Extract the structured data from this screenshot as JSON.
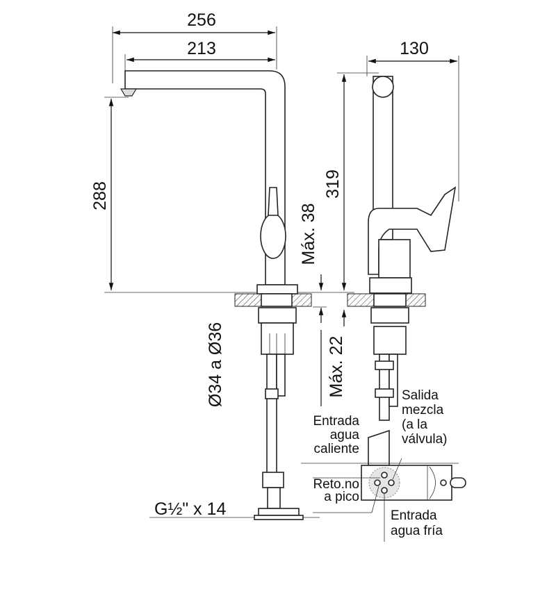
{
  "title": "Faucet technical dimension drawing",
  "dimensions": {
    "overall_width": "256",
    "spout_reach": "213",
    "side_width": "130",
    "height_front": "288",
    "height_side": "319",
    "max_counter_thickness": "Máx. 38",
    "hole_diameter": "Ø34 a Ø36",
    "max_22": "Máx. 22",
    "thread": "G½\" x 14"
  },
  "labels": {
    "outlet": [
      "Salida",
      "mezcla",
      "(a la",
      "válvula)"
    ],
    "hot_inlet": [
      "Entrada",
      "agua",
      "caliente"
    ],
    "return": [
      "Reto.no",
      "a pico"
    ],
    "cold_inlet": [
      "Entrada",
      "agua fría"
    ]
  },
  "colors": {
    "line": "#111111",
    "background": "#ffffff"
  }
}
